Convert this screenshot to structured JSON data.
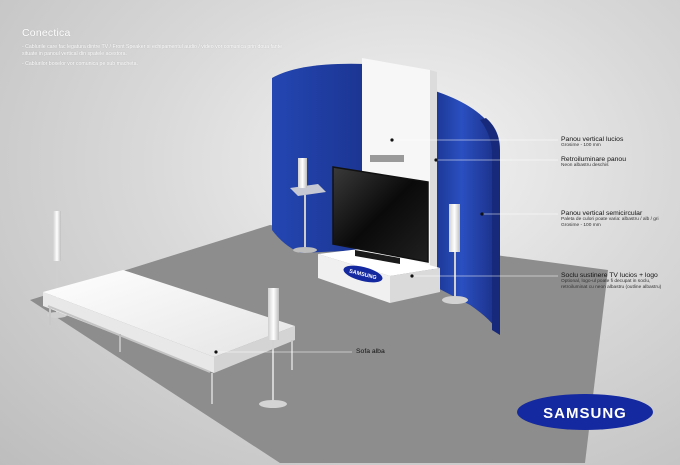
{
  "title": "Conectica",
  "notes": [
    "- Cablurile care fac legatura dintre TV / Front Speaker  si echipamentul audio / video  vor comunica prin doua fante situate in panoul vertical din spatele acestora.",
    "- Cablurilor boxelor vor comunica pe sub macheta."
  ],
  "labels": {
    "panou_vertical": {
      "main": "Panou vertical lucios",
      "sub": "Grosime - 100 mm"
    },
    "retroiluminare": {
      "main": "Retroiluminare panou",
      "sub": "Neon albastru deschis"
    },
    "panou_semicircular": {
      "main": "Panou vertical semicircular",
      "sub1": "Paleta de culori poate varia: albastru / alb / gri",
      "sub2": "Grosime - 100 mm"
    },
    "soclu": {
      "main": "Soclu sustinere TV lucios + logo",
      "sub1": "Optional, logo-ul poate fi decupat in soclu,",
      "sub2": "retroiluminat cu neon albastru (outline albastru)"
    },
    "sofa": {
      "main": "Sofa alba"
    }
  },
  "brand": {
    "logo_text": "SAMSUNG",
    "stand_logo_text": "SAMSUNG"
  },
  "colors": {
    "blue_panel": "#1f3f9e",
    "logo_blue": "#1428a0",
    "floor": "#8c8c8c"
  }
}
